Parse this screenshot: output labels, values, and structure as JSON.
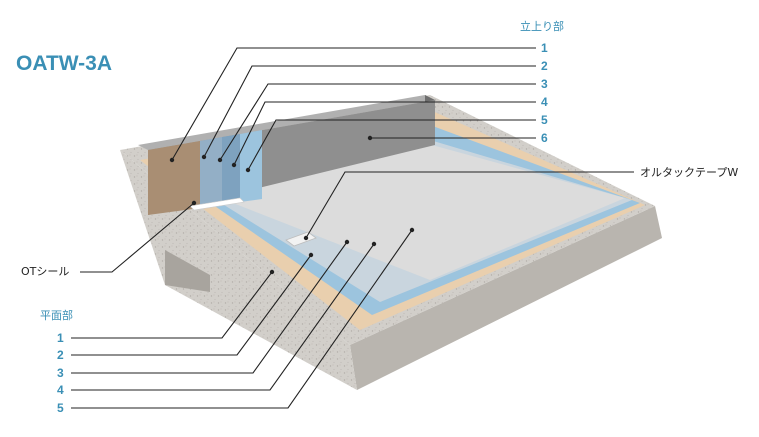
{
  "title": "OATW-3A",
  "wall_section": {
    "heading": "立上り部",
    "numbers": [
      "1",
      "2",
      "3",
      "4",
      "5",
      "6"
    ]
  },
  "floor_section": {
    "heading": "平面部",
    "numbers": [
      "1",
      "2",
      "3",
      "4",
      "5"
    ]
  },
  "labels": {
    "ot_seal": "OTシール",
    "tape": "オルタックテープW"
  },
  "colors": {
    "accent": "#3a8fb5",
    "concrete": "#d2cfca",
    "concrete_side": "#bdb9b3",
    "primer_layer": "#e9cfae",
    "membrane_blue": "#9cc4de",
    "top_coat": "#dcdcdc",
    "parapet_coat": "#8f8f8f"
  }
}
